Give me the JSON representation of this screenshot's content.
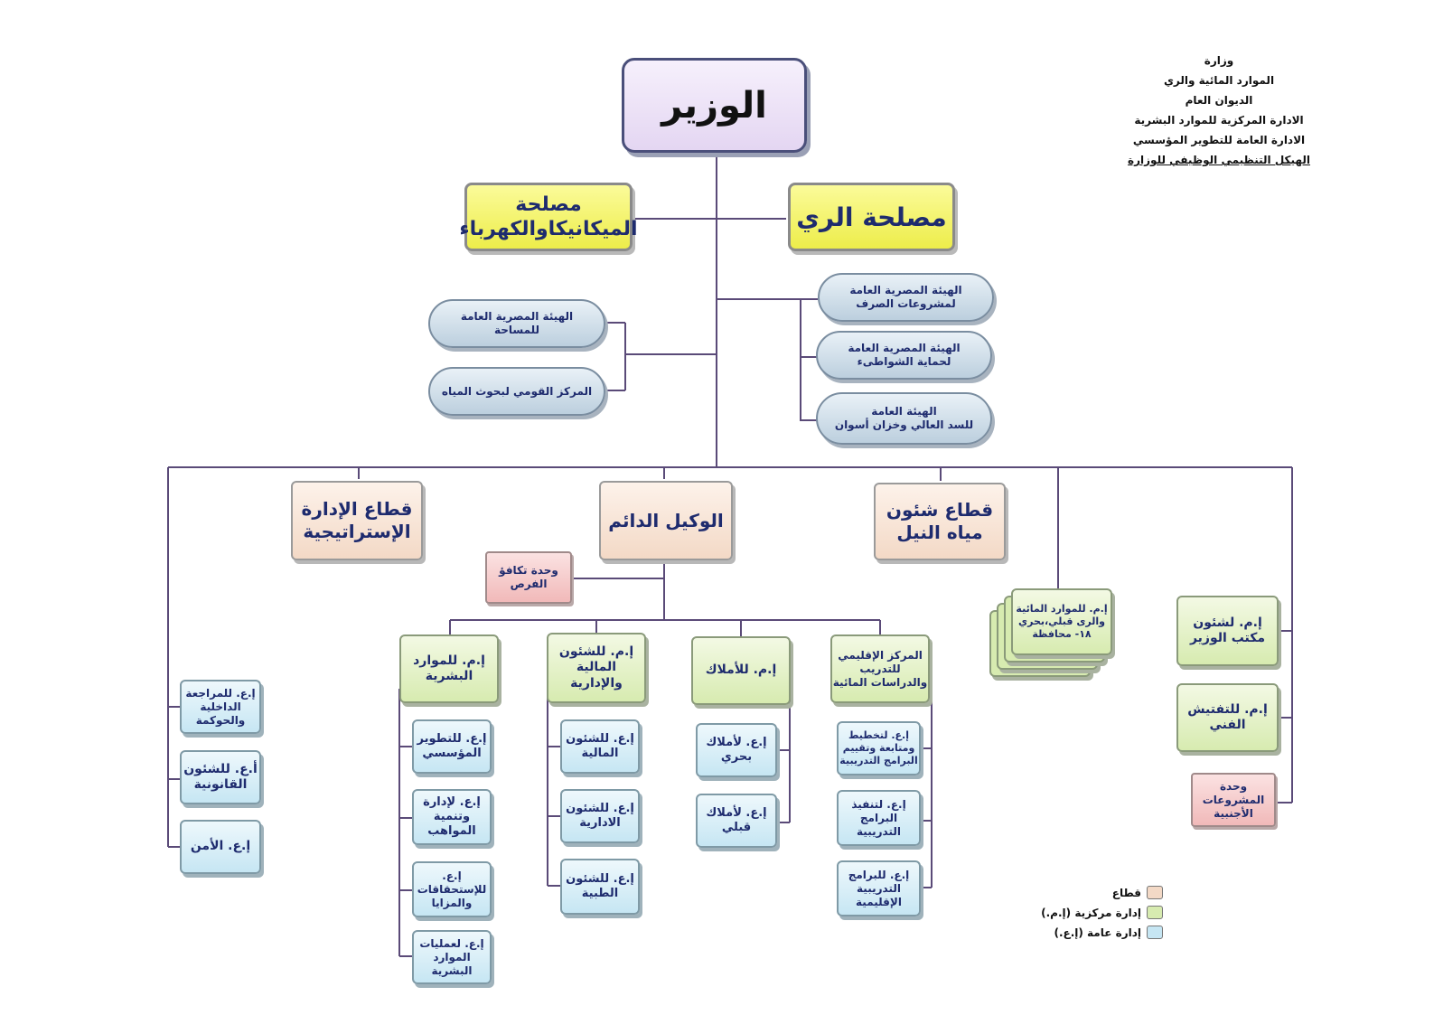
{
  "header": {
    "line1": "وزارة",
    "line2": "الموارد المائية والري",
    "line3": "الديوان العام",
    "line4": "الادارة المركزية للموارد البشرية",
    "line5": "الادارة العامة للتطوير المؤسسي",
    "line6": "الهيكل التنظيمي الوظيفي للوزارة"
  },
  "minister": {
    "label": "الوزير"
  },
  "authorities": {
    "irrigation": "مصلحة الري",
    "mechanics_l1": "مصلحة",
    "mechanics_l2": "الميكانيكاوالكهرباء"
  },
  "affiliates_right": [
    {
      "l1": "الهيئة المصرية العامة",
      "l2": "لمشروعات الصرف"
    },
    {
      "l1": "الهيئة المصرية العامة",
      "l2": "لحماية الشواطىء"
    },
    {
      "l1": "الهيئة العامة",
      "l2": "للسد العالي وخزان أسوان"
    }
  ],
  "affiliates_left": [
    {
      "l1": "الهيئة المصرية العامة",
      "l2": "للمساحة"
    },
    {
      "l1": "المركز القومي لبحوث المياه",
      "l2": ""
    }
  ],
  "sectors": {
    "strategic_l1": "قطاع الإدارة",
    "strategic_l2": "الإستراتيجية",
    "undersecretary": "الوكيل الدائم",
    "nile_l1": "قطاع شئون",
    "nile_l2": "مياه النيل"
  },
  "equal_opportunity": {
    "l1": "وحدة تكافؤ",
    "l2": "الفرص"
  },
  "central": {
    "hr": {
      "l1": "إ.م. للموارد",
      "l2": "البشرية"
    },
    "finance": {
      "l1": "إ.م. للشئون",
      "l2": "المالية",
      "l3": "والإدارية"
    },
    "property": {
      "l1": "إ.م. للأملاك"
    },
    "training": {
      "l1": "المركز الإقليمي",
      "l2": "للتدريب",
      "l3": "والدراسات المائية"
    },
    "water_resources": {
      "l1": "إ.م. للموارد المائية",
      "l2": "والرى قبلي،بحري",
      "l3": "١٨- محافظة"
    },
    "minister_office": {
      "l1": "إ.م. لشئون",
      "l2": "مكتب الوزير"
    },
    "inspection": {
      "l1": "إ.م. للتفتيش",
      "l2": "الفني"
    }
  },
  "foreign_projects": {
    "l1": "وحدة",
    "l2": "المشروعات",
    "l3": "الأجنبية"
  },
  "general_left": [
    {
      "l1": "إ.ع. للمراجعة",
      "l2": "الداخلية",
      "l3": "والحوكمة"
    },
    {
      "l1": "أ.ع. للشئون",
      "l2": "القانونية"
    },
    {
      "l1": "إ.ع. الأمن"
    }
  ],
  "general_hr": [
    {
      "l1": "إ.ع. للتطوير",
      "l2": "المؤسسي"
    },
    {
      "l1": "إ.ع. لإدارة",
      "l2": "وتنمية",
      "l3": "المواهب"
    },
    {
      "l1": "إ.ع.",
      "l2": "للإستحقاقات",
      "l3": "والمزايا"
    },
    {
      "l1": "إ.ع. لعمليات",
      "l2": "الموارد البشرية"
    }
  ],
  "general_finance": [
    {
      "l1": "إ.ع. للشئون",
      "l2": "المالية"
    },
    {
      "l1": "إ.ع. للشئون",
      "l2": "الادارية"
    },
    {
      "l1": "إ.ع. للشئون",
      "l2": "الطبية"
    }
  ],
  "general_property": [
    {
      "l1": "إ.ع. لأملاك",
      "l2": "بحري"
    },
    {
      "l1": "إ.ع. لأملاك",
      "l2": "قبلي"
    }
  ],
  "general_training": [
    {
      "l1": "إ.ع. لتخطيط",
      "l2": "ومتابعة وتقييم",
      "l3": "البرامج التدريبية"
    },
    {
      "l1": "إ.ع. لتنفيذ",
      "l2": "البرامج",
      "l3": "التدريبية"
    },
    {
      "l1": "إ.ع. للبرامج",
      "l2": "التدريبية",
      "l3": "الإقليمية"
    }
  ],
  "legend": {
    "sector": "قطاع",
    "central": "إدارة مركزية (إ.م.)",
    "general": "إدارة عامة (إ.ع.)"
  },
  "colors": {
    "sector": "#f3d9c6",
    "central": "#d7ebb0",
    "general": "#c6e6f3",
    "authority": "#eded4a",
    "minister": "#e4d6f2",
    "connector": "#5a4a78"
  }
}
